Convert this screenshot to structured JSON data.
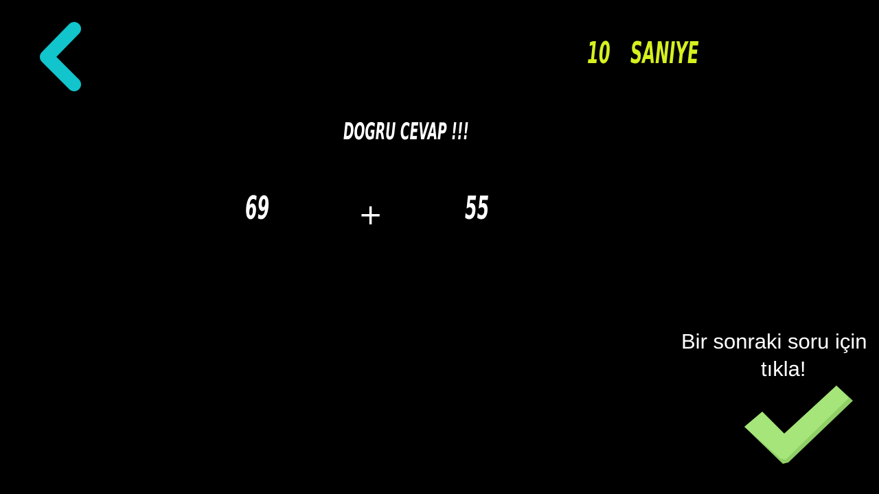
{
  "header": {
    "back_icon": "chevron-left-icon",
    "timer_value": "10",
    "timer_unit": "SANIYE"
  },
  "question": {
    "result_text": "DOGRU CEVAP !!!",
    "operand1": "69",
    "operator": "+",
    "operand2": "55"
  },
  "next": {
    "line1": "Bir sonraki soru için",
    "line2": "tıkla!",
    "check_icon": "checkmark-icon"
  },
  "colors": {
    "back": "#12c4cc",
    "timer": "#d6f01f",
    "check": "#a5e57a",
    "check_shadow": "#8fcf66"
  }
}
